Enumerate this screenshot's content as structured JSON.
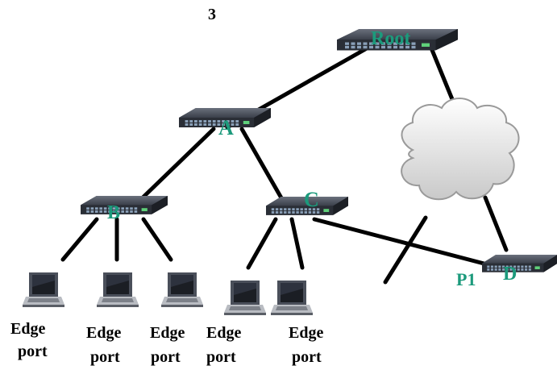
{
  "figure_number": "3",
  "colors": {
    "label": "#1c9a7c",
    "link": "#000000",
    "switch_body": "#3a3f4a",
    "cloud": "#e4e4e4"
  },
  "switches": {
    "root": {
      "label": "Root",
      "icon": "network-switch-icon"
    },
    "a": {
      "label": "A",
      "icon": "network-switch-icon"
    },
    "b": {
      "label": "B",
      "icon": "network-switch-icon"
    },
    "c": {
      "label": "C",
      "icon": "network-switch-icon"
    },
    "d": {
      "label": "D",
      "icon": "network-switch-icon"
    }
  },
  "port_label": "P1",
  "cloud": {
    "icon": "network-cloud-icon"
  },
  "laptops": [
    {
      "icon": "laptop-icon",
      "label_line1": "Edge",
      "label_line2": "port"
    },
    {
      "icon": "laptop-icon",
      "label_line1": "Edge",
      "label_line2": "port"
    },
    {
      "icon": "laptop-icon",
      "label_line1": "Edge",
      "label_line2": "port"
    },
    {
      "icon": "laptop-icon",
      "label_line1": "Edge",
      "label_line2": "port"
    },
    {
      "icon": "laptop-icon",
      "label_line1": "Edge",
      "label_line2": "port"
    }
  ]
}
